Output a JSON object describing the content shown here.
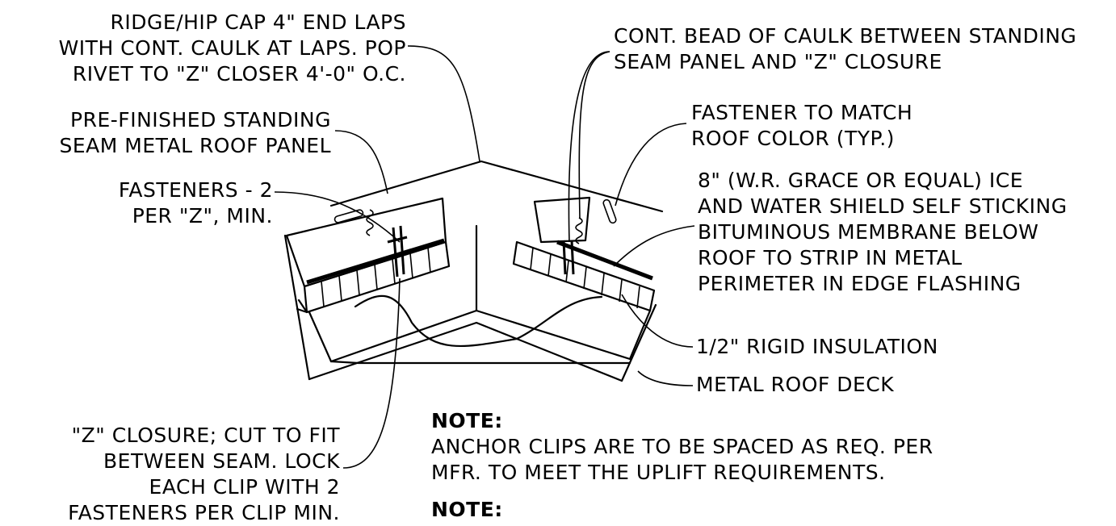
{
  "labels": {
    "ridge_cap": [
      "RIDGE/HIP CAP 4\" END LAPS",
      "WITH CONT. CAULK AT LAPS. POP",
      "RIVET TO \"Z\" CLOSER 4'-0\" O.C."
    ],
    "panel": [
      "PRE-FINISHED STANDING",
      "SEAM METAL ROOF PANEL"
    ],
    "fasteners": [
      "FASTENERS - 2",
      "PER \"Z\", MIN."
    ],
    "z_closure": [
      "\"Z\" CLOSURE; CUT TO FIT",
      "BETWEEN SEAM. LOCK",
      "EACH CLIP WITH 2",
      "FASTENERS PER CLIP MIN."
    ],
    "caulk_bead": [
      "CONT. BEAD OF CAULK BETWEEN STANDING",
      "SEAM PANEL AND \"Z\" CLOSURE"
    ],
    "fastener_color": [
      "FASTENER TO MATCH",
      "ROOF COLOR (TYP.)"
    ],
    "ice_shield": [
      "8\" (W.R. GRACE OR EQUAL) ICE",
      "AND WATER SHIELD SELF STICKING",
      "BITUMINOUS MEMBRANE BELOW",
      "ROOF TO STRIP IN METAL",
      "PERIMETER IN EDGE FLASHING"
    ],
    "insulation": "1/2\" RIGID INSULATION",
    "deck": "METAL ROOF DECK"
  },
  "notes": [
    {
      "heading": "NOTE:",
      "lines": [
        "ANCHOR CLIPS ARE TO BE SPACED AS REQ. PER",
        "MFR. TO MEET THE UPLIFT REQUIREMENTS."
      ]
    },
    {
      "heading": "NOTE:",
      "lines": []
    }
  ]
}
